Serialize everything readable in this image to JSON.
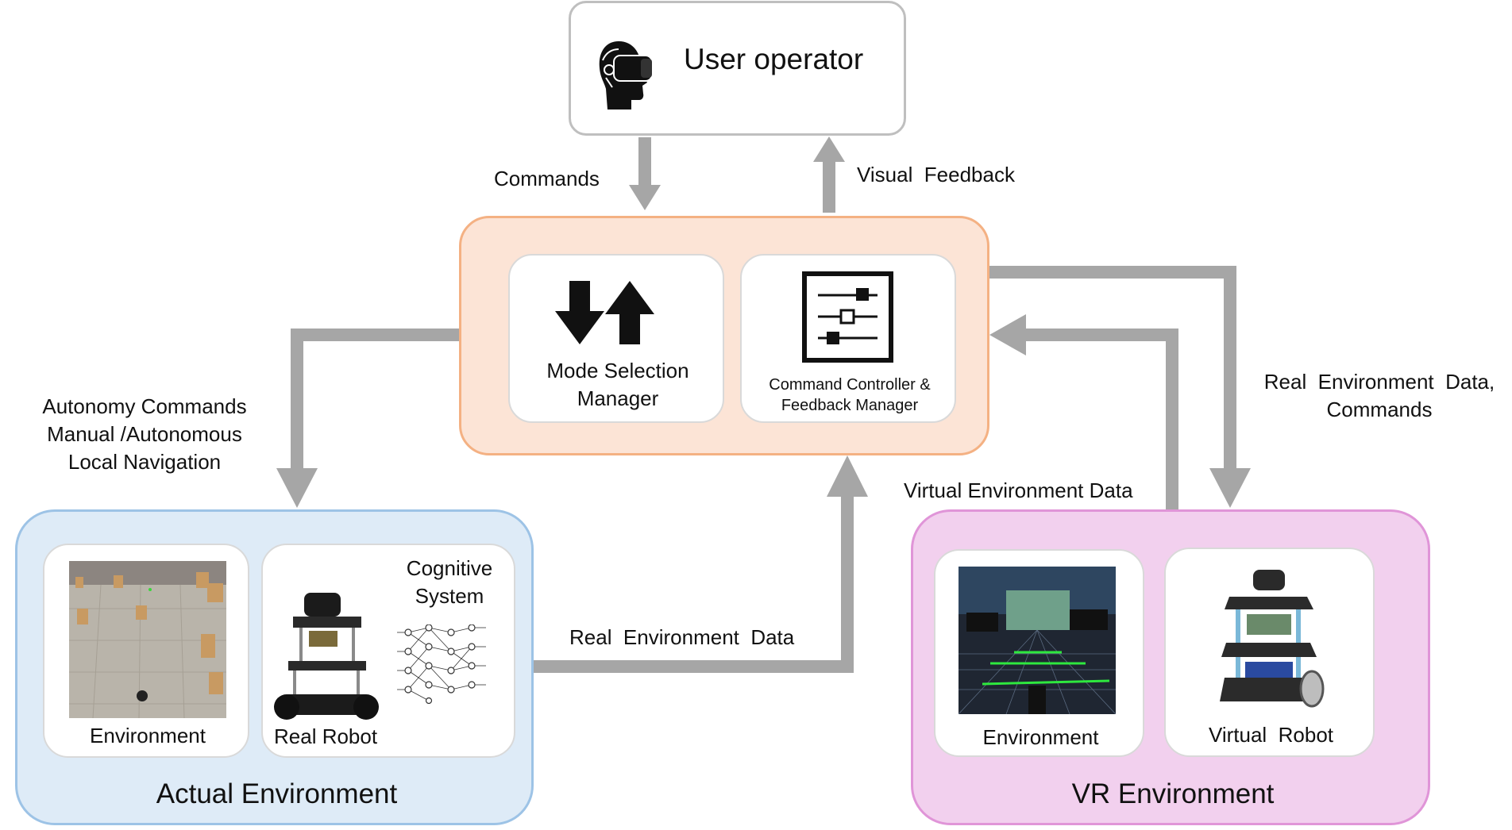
{
  "user": {
    "title": "User operator",
    "icon": "vr-headset-user-icon"
  },
  "flows": {
    "commands": "Commands",
    "visual_feedback": "Visual  Feedback",
    "autonomy": [
      "Autonomy Commands",
      "Manual /Autonomous",
      "Local Navigation"
    ],
    "real_env_cmds": [
      "Real  Environment  Data,",
      "Commands"
    ],
    "virtual_env_data": "Virtual Environment Data",
    "real_env_data": "Real  Environment  Data"
  },
  "control": {
    "mode_selection": [
      "Mode Selection",
      "Manager"
    ],
    "command_controller": [
      "Command Controller &",
      "Feedback Manager"
    ]
  },
  "actual": {
    "title": "Actual Environment",
    "environment_label": "Environment",
    "robot_label": "Real Robot",
    "cognitive": [
      "Cognitive",
      "System"
    ]
  },
  "vr": {
    "title": "VR Environment",
    "environment_label": "Environment",
    "robot_label": "Virtual  Robot"
  },
  "colors": {
    "arrow": "#a6a6a6",
    "control_fill": "#fce4d6",
    "control_border": "#f4b183",
    "actual_fill": "#deebf7",
    "actual_border": "#9dc3e6",
    "vr_fill": "#f2d0ee",
    "vr_border": "#e095d8",
    "user_border": "#bfbfbf"
  }
}
